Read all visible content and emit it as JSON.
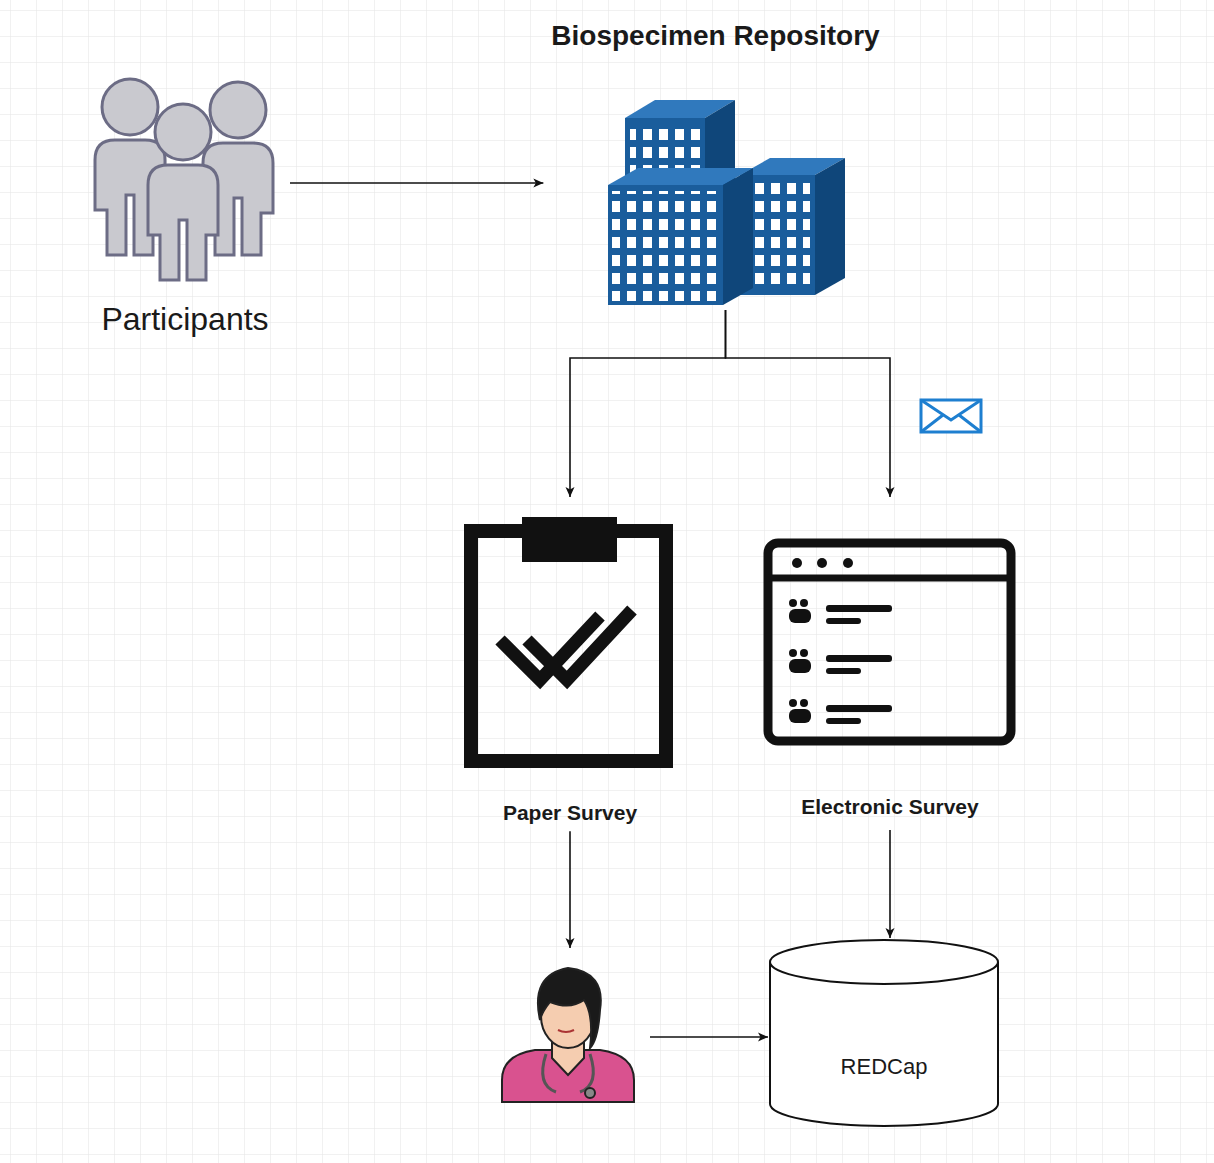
{
  "diagram": {
    "nodes": [
      {
        "text": [
          "Participants"
        ]
      },
      {
        "text": [
          "Biospecimen Repository"
        ]
      },
      {
        "text": [
          "Paper Survey"
        ]
      },
      {
        "text": [
          "Electronic Survey"
        ]
      },
      {
        "text": []
      },
      {
        "text": [
          "REDCap"
        ]
      }
    ],
    "edges": [
      {
        "from": 0,
        "to": 1,
        "arrow": "to"
      },
      {
        "from": 1,
        "to": 2,
        "arrow": "to"
      },
      {
        "from": 1,
        "to": 3,
        "arrow": "to"
      },
      {
        "from": 2,
        "to": 4,
        "arrow": "to"
      },
      {
        "from": 4,
        "to": 5,
        "arrow": "to"
      },
      {
        "from": 3,
        "to": 5,
        "arrow": "to"
      }
    ]
  }
}
